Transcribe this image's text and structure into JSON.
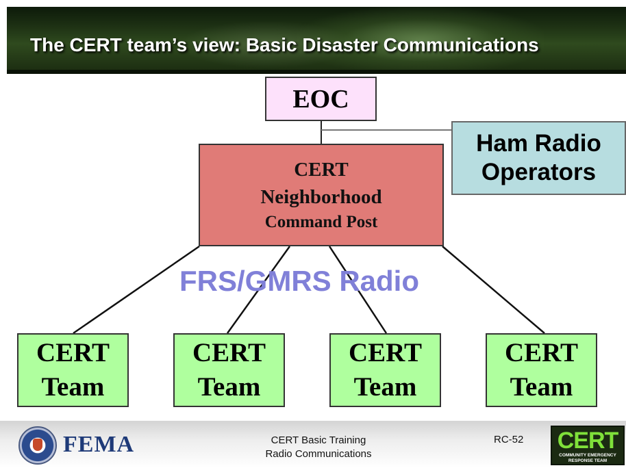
{
  "slide": {
    "title": "The CERT team’s view: Basic Disaster Communications"
  },
  "diagram": {
    "eoc_label": "EOC",
    "ham_radio": [
      "Ham Radio",
      "Operators"
    ],
    "command_post": [
      "CERT",
      "Neighborhood",
      "Command Post"
    ],
    "radio_label": "FRS/GMRS Radio",
    "teams": [
      [
        "CERT",
        "Team"
      ],
      [
        "CERT",
        "Team"
      ],
      [
        "CERT",
        "Team"
      ],
      [
        "CERT",
        "Team"
      ]
    ]
  },
  "footer": {
    "agency": "FEMA",
    "course_line1": "CERT Basic Training",
    "course_line2": "Radio Communications",
    "slide_number": "RC-52",
    "logo_word": "CERT",
    "logo_subtitle": "COMMUNITY EMERGENCY RESPONSE TEAM"
  },
  "colors": {
    "eoc_fill": "#fde1fb",
    "ham_fill": "#b7dde0",
    "command_post_fill": "#e07b77",
    "team_fill": "#afff9e",
    "radio_text": "#8080d8"
  }
}
